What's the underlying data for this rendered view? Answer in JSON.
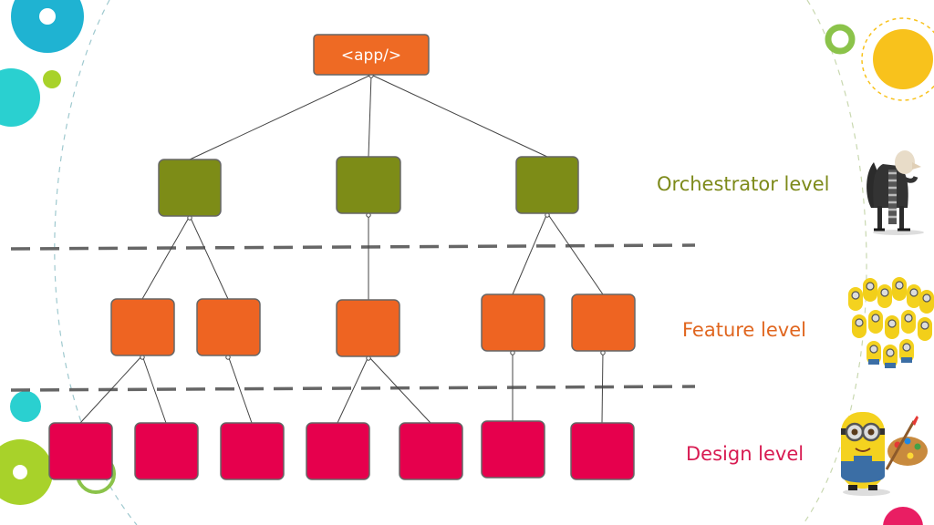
{
  "root": {
    "label": "<app/>",
    "color": "#ee6a24"
  },
  "levels": {
    "orchestrator": {
      "label": "Orchestrator level",
      "color": "#7d8a1a"
    },
    "feature": {
      "label": "Feature level",
      "color": "#e0661f"
    },
    "design": {
      "label": "Design level",
      "color": "#d81b52"
    }
  },
  "node_colors": {
    "orchestrator": "#7d8c17",
    "feature": "#ee6422",
    "design": "#e6004d",
    "stroke": "#666666",
    "edge": "#444444",
    "divider": "#666666"
  },
  "decor_colors": {
    "blue": "#1fb3d2",
    "teal": "#2ad0d0",
    "lime": "#a8d22a",
    "green": "#8bc34a",
    "yellow": "#f8c21c",
    "pink": "#e91e63"
  },
  "pictures": {
    "orchestrator": "gru-figure",
    "feature": "minions-crowd",
    "design": "painter-minion"
  }
}
